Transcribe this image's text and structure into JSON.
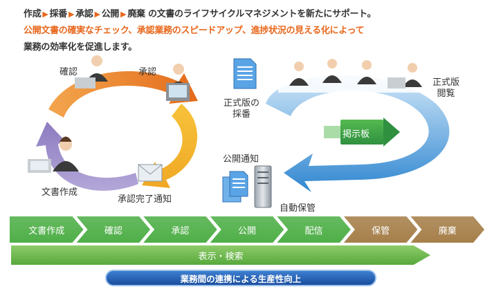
{
  "heading": {
    "steps": [
      "作成",
      "採番",
      "承認",
      "公開",
      "廃棄"
    ],
    "line1_tail": "の文書のライフサイクルマネジメントを新たにサポート。",
    "line2": "公開文書の確実なチェック、承認業務のスピードアップ、進捗状況の見える化によって",
    "line3": "業務の効率化を促進します。"
  },
  "labels": {
    "confirm": "確認",
    "approve": "承認",
    "create_document": "文書作成",
    "approval_complete": "承認完了通知",
    "official_numbering": "正式版の\n採番",
    "publish_notice": "公開通知",
    "auto_archive": "自動保管",
    "official_view": "正式版\n閲覧",
    "bulletin_board": "掲示板"
  },
  "flow": [
    {
      "label": "文書作成",
      "color": "#4faf48"
    },
    {
      "label": "確認",
      "color": "#4faf48"
    },
    {
      "label": "承認",
      "color": "#4faf48"
    },
    {
      "label": "公開",
      "color": "#4faf48"
    },
    {
      "label": "配信",
      "color": "#4faf48"
    },
    {
      "label": "保管",
      "color": "#a67f4a"
    },
    {
      "label": "廃棄",
      "color": "#a67f4a"
    }
  ],
  "display_search": "表示・検索",
  "banner": "業務間の連携による生産性向上",
  "colors": {
    "accent_orange": "#e8671c",
    "flow_green": "#4faf48",
    "flow_brown": "#a67f4a",
    "cycle_blue": "#4ba3e0",
    "banner_blue": "#1f5aa8"
  }
}
